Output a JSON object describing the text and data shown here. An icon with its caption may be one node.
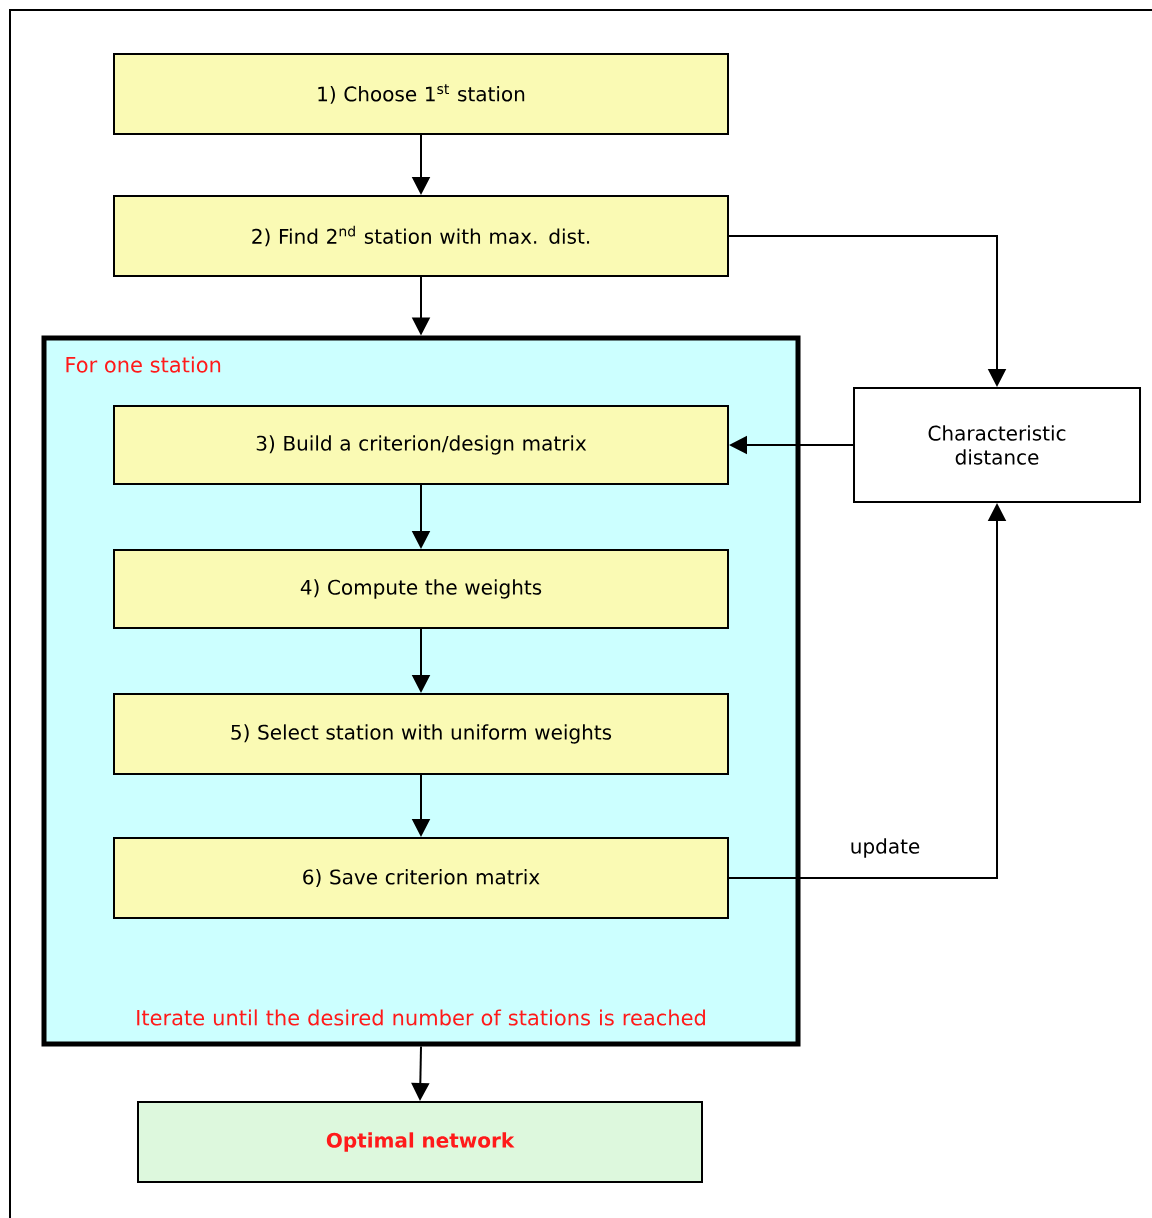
{
  "diagram": {
    "nodes": [
      {
        "text": [
          "1) Choose 1$^{st}$ station"
        ]
      },
      {
        "text": [
          "2) Find 2$^{nd}$ station with max. dist."
        ]
      },
      {
        "text": [
          "For one station",
          "Iterate until the desired number of stations is reached"
        ]
      },
      {
        "text": [
          "3) Build a criterion/design matrix"
        ],
        "in": 2
      },
      {
        "text": [
          "4) Compute the weights"
        ],
        "in": 2
      },
      {
        "text": [
          "5) Select station with uniform weights"
        ],
        "in": 2
      },
      {
        "text": [
          "6) Save criterion matrix"
        ],
        "in": 2
      },
      {
        "text": [
          "Optimal network"
        ]
      },
      {
        "text": [
          "Characteristic distance"
        ]
      }
    ],
    "edges": [
      {
        "from": 0,
        "to": 1,
        "arrow": "to"
      },
      {
        "from": 1,
        "to": 2,
        "arrow": "to"
      },
      {
        "from": 1,
        "to": 8,
        "arrow": "to"
      },
      {
        "from": 8,
        "to": 3,
        "arrow": "to"
      },
      {
        "from": 3,
        "to": 4,
        "arrow": "to"
      },
      {
        "from": 4,
        "to": 5,
        "arrow": "to"
      },
      {
        "from": 5,
        "to": 6,
        "arrow": "to"
      },
      {
        "from": 6,
        "to": 8,
        "label": "update",
        "arrow": "to"
      },
      {
        "from": 2,
        "to": 7,
        "arrow": "to"
      }
    ]
  }
}
